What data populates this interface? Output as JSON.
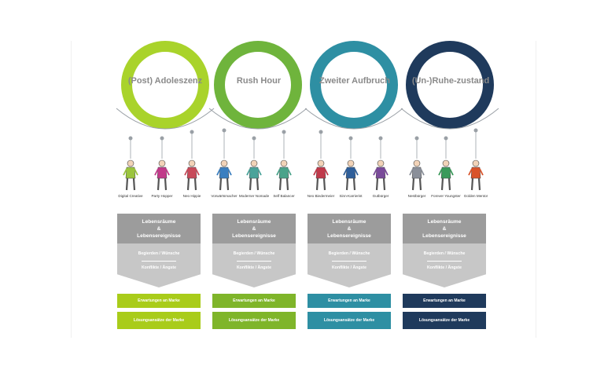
{
  "colors": {
    "phase1": "#9bcb3c",
    "phase2": "#5fae45",
    "phase3": "#2e8fa3",
    "phase4": "#1f3a5c",
    "gray_dark": "#9c9c9c",
    "gray_light": "#c7c7c7",
    "title_gray": "#8a8a8a"
  },
  "phases": [
    {
      "title": "(Post) Adoleszenz",
      "color": "#a9d32b",
      "personas": [
        {
          "label": "Digital Creative",
          "color": "#9bc53d"
        },
        {
          "label": "Party Hopper",
          "color": "#c23a8a"
        },
        {
          "label": "Neo Hippie",
          "color": "#c84a5a"
        }
      ]
    },
    {
      "title": "Rush Hour",
      "color": "#6fb43c",
      "personas": [
        {
          "label": "Vorwärtsmacher",
          "color": "#3b7fc0"
        },
        {
          "label": "Moderner Nomade",
          "color": "#4aa39a"
        },
        {
          "label": "Self Balancer",
          "color": "#4aa38a"
        }
      ]
    },
    {
      "title": "Zweiter Aufbruch",
      "color": "#2e8fa3",
      "personas": [
        {
          "label": "Neo Biedermeier",
          "color": "#c0394a"
        },
        {
          "label": "Sinn-Karrierist",
          "color": "#2f5f9a"
        },
        {
          "label": "Gutbürger",
          "color": "#7a4a9a"
        }
      ]
    },
    {
      "title": "(Un-)Ruhe-zustand",
      "color": "#1f3a5c",
      "personas": [
        {
          "label": "Nestbürger",
          "color": "#8a8f99"
        },
        {
          "label": "Forever Youngster",
          "color": "#3a9a5a"
        },
        {
          "label": "Golden Mentor",
          "color": "#d9532a"
        }
      ]
    }
  ],
  "box": {
    "line1": "Lebensräume",
    "line2": "&",
    "line3": "Lebensereignisse",
    "needs": "Begierden / Wünsche",
    "conflicts": "Konflikte / Ängste",
    "expect": "Erwartungen an Marke",
    "solutions": "Lösungsansätze der Marke"
  },
  "band_colors": [
    "#a9cc1a",
    "#7fb52a",
    "#2e8fa3",
    "#1f3a5c"
  ]
}
